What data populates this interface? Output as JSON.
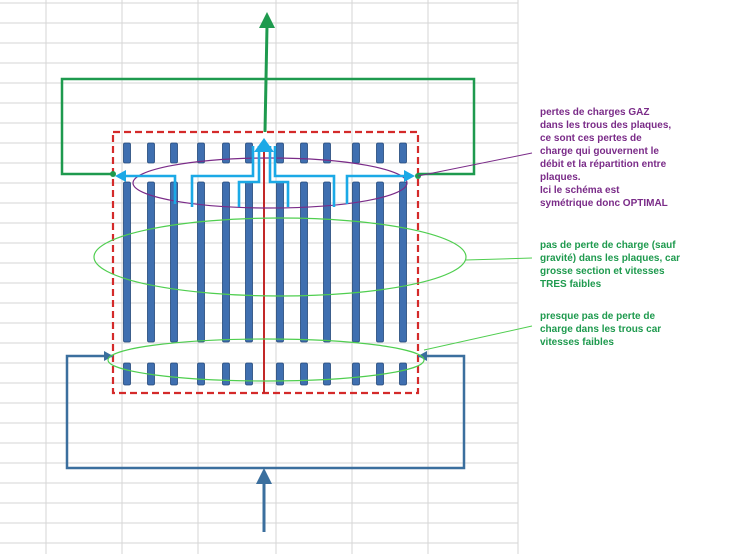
{
  "colors": {
    "gas_outlet": "#1e9a4e",
    "liquid_inlet": "#3b6f9e",
    "plate": "#3f6fb0",
    "plate_border": "#24497a",
    "enclosure": "#d42a2a",
    "center_line": "#c22828",
    "gas_flow": "#1ba9e6",
    "gas_zone": "#7a2b88",
    "plate_zone": "#4fce4f",
    "note_gas_text": "#7a2b88",
    "note_plate_text": "#1e9a4e",
    "grid": "#d6d6d6"
  },
  "annotations": {
    "gas_losses": {
      "lines": [
        "pertes de charges GAZ",
        "dans les trous des plaques,",
        "ce sont ces pertes de",
        "charge qui gouvernent le",
        "débit et la répartition entre",
        "plaques.",
        "Ici le schéma est",
        "symétrique donc OPTIMAL"
      ]
    },
    "no_loss_plates": {
      "lines": [
        "pas de perte de charge (sauf",
        "gravité) dans les plaques, car",
        "grosse section et vitesses",
        "TRES faibles"
      ]
    },
    "low_loss_holes": {
      "lines": [
        "presque pas de perte de",
        "charge dans les trous car",
        "vitesses faibles"
      ]
    }
  }
}
